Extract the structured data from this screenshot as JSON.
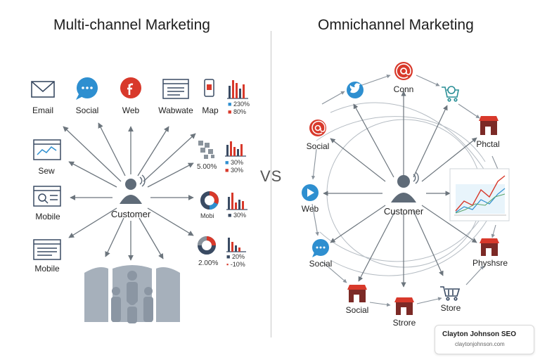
{
  "left": {
    "title": "Multi-channel Marketing",
    "center_label": "Customer",
    "top_labels": [
      "Email",
      "Social",
      "Web",
      "Wabwate",
      "Map"
    ],
    "side_labels": [
      "Sew",
      "Mobile",
      "Mobile"
    ],
    "stats": [
      {
        "lines": [
          "230%",
          "80%"
        ]
      },
      {
        "left": "5.00%",
        "lines": [
          "30%",
          "30%"
        ]
      },
      {
        "left": "Mobi",
        "lines": [
          "30%"
        ]
      },
      {
        "left": "2.00%",
        "lines": [
          "20%",
          "-10%"
        ]
      }
    ]
  },
  "vs": "VS",
  "right": {
    "title": "Omnichannel Marketing",
    "center_label": "Customer",
    "nodes": [
      "Conn",
      "Social",
      "Phctal",
      "Web",
      "Social",
      "Physhsre",
      "Social",
      "Strore",
      "Store"
    ]
  },
  "badge": {
    "name": "Clayton Johnson SEO",
    "url": "claytonjohnson.com"
  },
  "colors": {
    "red": "#d8392b",
    "blue": "#2e8fd0",
    "gray": "#5f6b78",
    "navy": "#3a4b63"
  }
}
